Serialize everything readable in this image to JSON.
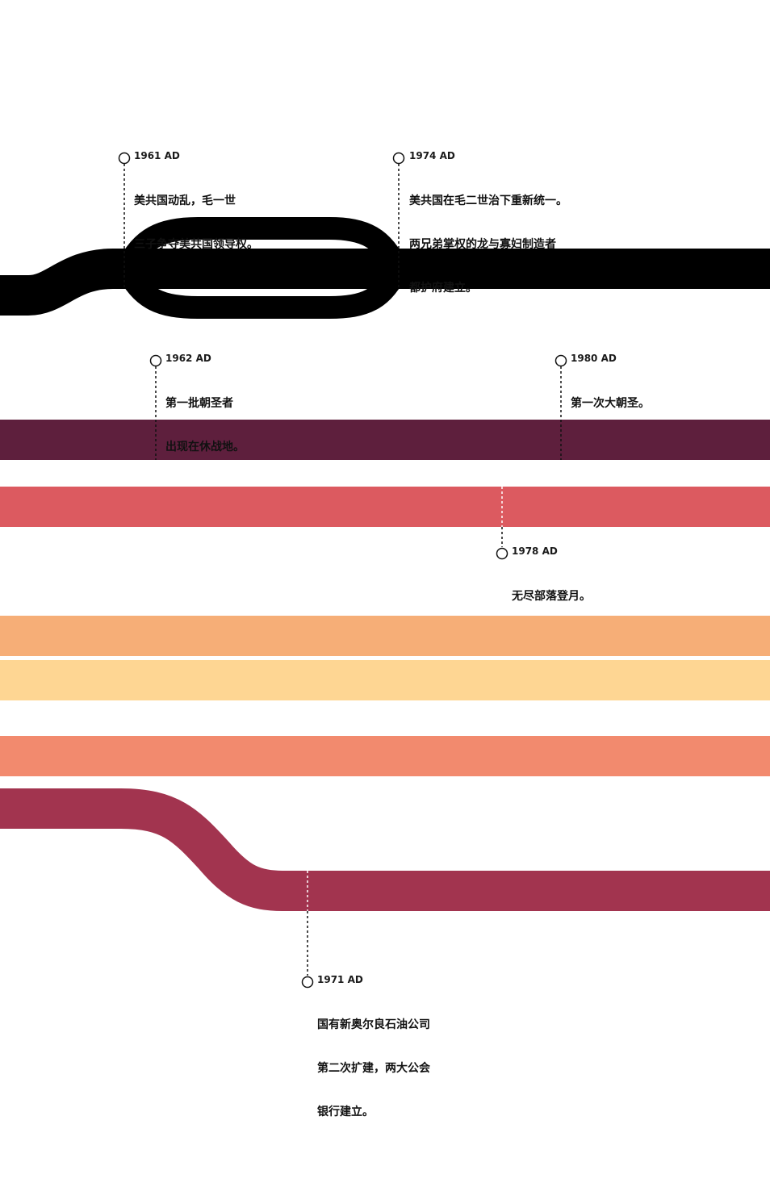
{
  "colors": {
    "black": "#000000",
    "plum": "#5e1f3d",
    "coral_red": "#dc5a60",
    "peach": "#f6ae77",
    "light_yellow": "#fed693",
    "salmon": "#f28a6e",
    "raspberry": "#a2344f"
  },
  "events": [
    {
      "year": "1961 AD",
      "lines": [
        "美共国动乱，毛一世",
        "三子争夺美共国领导权。"
      ]
    },
    {
      "year": "1974 AD",
      "lines": [
        "美共国在毛二世治下重新统一。",
        "两兄弟掌权的龙与寡妇制造者",
        "都护府建立。"
      ]
    },
    {
      "year": "1962 AD",
      "lines": [
        "第一批朝圣者",
        "出现在休战地。"
      ]
    },
    {
      "year": "1980 AD",
      "lines": [
        "第一次大朝圣。"
      ]
    },
    {
      "year": "1978 AD",
      "lines": [
        "无尽部落登月。"
      ]
    },
    {
      "year": "1971 AD",
      "lines": [
        "国有新奥尔良石油公司",
        "第二次扩建，两大公会",
        "银行建立。"
      ]
    }
  ]
}
